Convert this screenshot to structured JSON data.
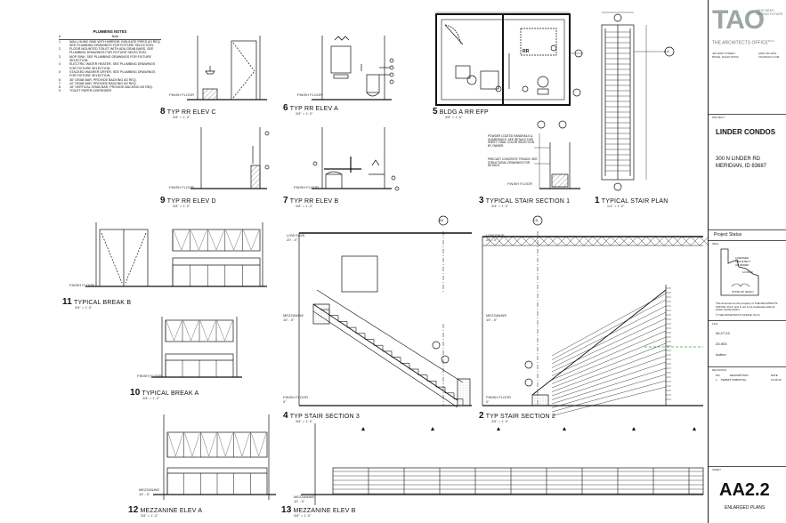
{
  "notes": {
    "title": "PLUMBING NOTES",
    "header_num": "#",
    "header_note": "Note",
    "items": [
      {
        "n": "1",
        "t": "WALL HUNG SINK WITH MIRROR, INSULATE PIPES AS REQ. SEE PLUMBING DRAWINGS FOR FIXTURE SELECTION."
      },
      {
        "n": "2",
        "t": "FLOOR MOUNTED TOILET WITH ADA GRAB BARS, SEE PLUMBING DRAWINGS FOR FIXTURE SELECTION."
      },
      {
        "n": "3",
        "t": "MOP SINK, SEE PLUMBING DRAWINGS FOR FIXTURE SELECTION."
      },
      {
        "n": "4",
        "t": "ELECTRIC WATER HEATER, SEE PLUMBING DRAWINGS FOR FIXTURE SELECTION."
      },
      {
        "n": "5",
        "t": "STACKED WASHER DRYER, SEE PLUMBING DRAWINGS FOR FIXTURE SELECTION."
      },
      {
        "n": "6",
        "t": "36\" GRAB BAR, PROVIDE BACKING AS REQ."
      },
      {
        "n": "7",
        "t": "42\" GRAB BAR, PROVIDE BACKING AS REQ."
      },
      {
        "n": "8",
        "t": "18\" VERTICAL GRAB BAR, PROVIDE BACKING AS REQ."
      },
      {
        "n": "9",
        "t": "TOILET PAPER DISPENSER"
      }
    ]
  },
  "views": {
    "v8": {
      "num": "8",
      "title": "TYP RR ELEV C",
      "scale": "3/8\" = 1'-0\""
    },
    "v6": {
      "num": "6",
      "title": "TYP RR ELEV A",
      "scale": "3/8\" = 1'-0\""
    },
    "v5": {
      "num": "5",
      "title": "BLDG A RR EFP",
      "scale": "3/8\" = 1'-0\""
    },
    "v9": {
      "num": "9",
      "title": "TYP RR ELEV D",
      "scale": "3/8\" = 1'-0\""
    },
    "v7": {
      "num": "7",
      "title": "TYP RR ELEV B",
      "scale": "3/8\" = 1'-0\""
    },
    "v3": {
      "num": "3",
      "title": "TYPICAL STAIR SECTION 1",
      "scale": "3/8\" = 1'-0\""
    },
    "v1": {
      "num": "1",
      "title": "TYPICAL STAIR PLAN",
      "scale": "1/4\" = 1'-0\""
    },
    "v11": {
      "num": "11",
      "title": "TYPICAL BREAK B",
      "scale": "3/8\" = 1'-0\""
    },
    "v10": {
      "num": "10",
      "title": "TYPICAL BREAK A",
      "scale": "3/8\" = 1'-0\""
    },
    "v4": {
      "num": "4",
      "title": "TYP STAIR SECTION 3",
      "scale": "3/8\" = 1'-0\""
    },
    "v2": {
      "num": "2",
      "title": "TYP STAIR SECTION 2",
      "scale": "3/8\" = 1'-0\""
    },
    "v12": {
      "num": "12",
      "title": "MEZZANINE ELEV A",
      "scale": "3/8\" = 1'-0\""
    },
    "v13": {
      "num": "13",
      "title": "MEZZANINE ELEV B",
      "scale": "3/8\" = 1'-0\""
    }
  },
  "levels": {
    "finish_floor": "FINISH FLOOR",
    "finish_floor_elev": "0\"",
    "low_eave": "LOW EAVE",
    "low_eave_elev": "20' - 0\"",
    "mezzanine": "MEZZANINE",
    "mezzanine_elev": "10' - 0\""
  },
  "callouts": {
    "a5": "A5",
    "c5": "C5",
    "rr": "RR",
    "a5_plan": "A-5",
    "handrail_note": "POWDER COATED HANDRAILS & GUARDRAILS. SEE DETAILS THIS SHEET. FINAL COLOR SELECTION BY OWNER.",
    "tread_note": "PRECAST CONCRETE TREADS. SEE STRUCTURAL DRAWINGS FOR DETAILS."
  },
  "title_block": {
    "logo_letters": "TAO",
    "logo_side": "WHO SEES DESIGN FUTURE",
    "firm": "THE ARCHITECTS OFFICE",
    "firm_mark": "PLLC",
    "address1": "406 MAIN STREET",
    "address2": "BOISE, IDAHO 83702",
    "phone1": "(208) 343-2931",
    "phone2": "TAOIDAHO.COM",
    "project_label": "PROJECT",
    "project_name": "LINDER CONDOS",
    "project_addr1": "300 N LINDER RD",
    "project_addr2": "MERIDIAN, ID 83687",
    "status_label": "Project Status",
    "seal_label": "SEAL",
    "seal_line1": "LICENSED",
    "seal_line2": "ARCHITECT",
    "seal_line3": "AR 000000",
    "seal_date": "10.06.23",
    "seal_state": "STATE OF IDAHO",
    "disclaimer": "This document is the property of THE ARCHITECTS OFFICE, PLLC and is not to be duplicated without written authorization.",
    "copyright": "© THE ARCHITECTS OFFICE, PLLC",
    "file_label": "FILE",
    "date": "06.27.23",
    "job": "23-903",
    "drawn": "Author",
    "revisions_label": "REVISIONS",
    "rev_cols": [
      "NO.",
      "DESCRIPTION",
      "DATE"
    ],
    "rev_row": [
      "1",
      "PERMIT SUBMITTAL",
      "10.06.23"
    ],
    "sheet_label": "SHEET",
    "sheet_number": "AA2.2",
    "sheet_title": "ENLARGED PLANS"
  }
}
